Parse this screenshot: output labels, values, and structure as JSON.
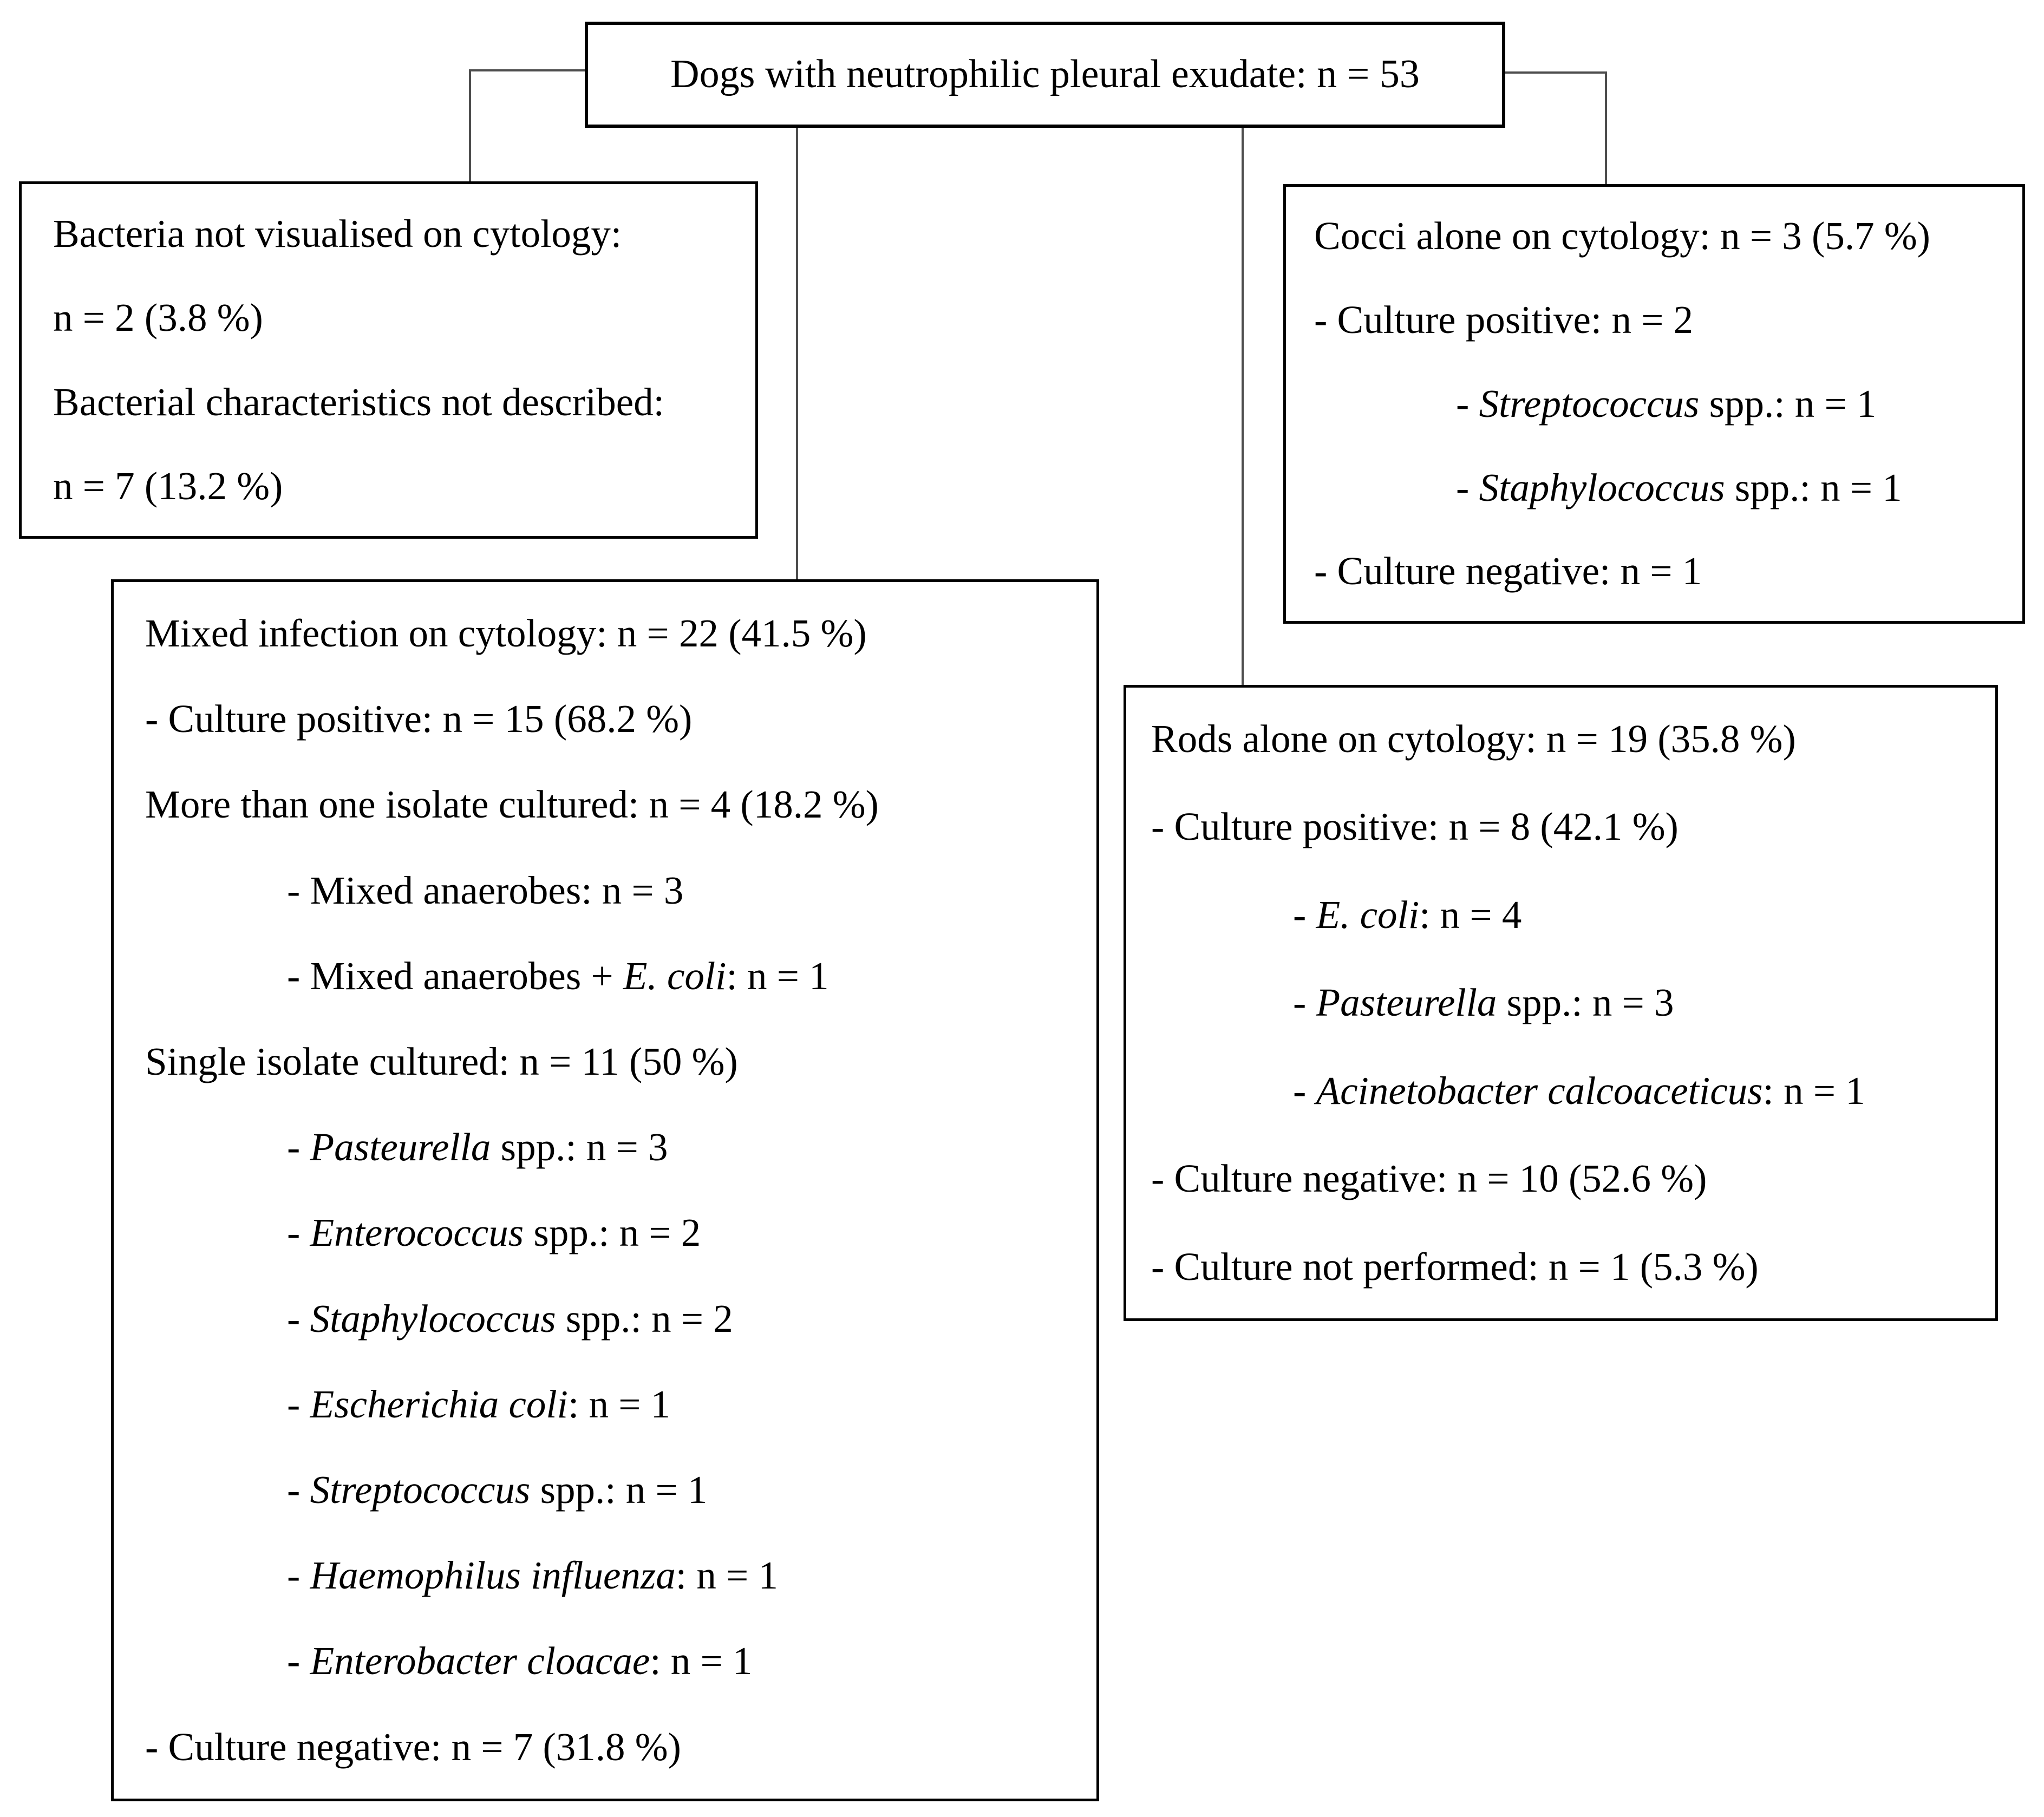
{
  "colors": {
    "background": "#ffffff",
    "box_border": "#000000",
    "connector": "#4d4d4d",
    "text": "#000000"
  },
  "diagram": {
    "root": {
      "text": "Dogs with neutrophilic pleural exudate: n = 53"
    },
    "boxes": [
      {
        "id": "not-visualised",
        "lines": [
          {
            "indent": 0,
            "segments": [
              {
                "t": "Bacteria not visualised on cytology:"
              }
            ]
          },
          {
            "indent": 0,
            "segments": [
              {
                "t": "n = 2 (3.8 %)"
              }
            ]
          },
          {
            "indent": 0,
            "segments": [
              {
                "t": "Bacterial characteristics not described:"
              }
            ]
          },
          {
            "indent": 0,
            "segments": [
              {
                "t": "n = 7 (13.2 %)"
              }
            ]
          }
        ]
      },
      {
        "id": "cocci-alone",
        "lines": [
          {
            "indent": 0,
            "segments": [
              {
                "t": "Cocci alone on cytology: n = 3 (5.7 %)"
              }
            ]
          },
          {
            "indent": 0,
            "segments": [
              {
                "t": "- Culture positive: n = 2"
              }
            ]
          },
          {
            "indent": 1,
            "segments": [
              {
                "t": "- "
              },
              {
                "t": "Streptococcus",
                "i": true
              },
              {
                "t": " spp.: n = 1"
              }
            ]
          },
          {
            "indent": 1,
            "segments": [
              {
                "t": "- "
              },
              {
                "t": "Staphylococcus",
                "i": true
              },
              {
                "t": " spp.: n = 1"
              }
            ]
          },
          {
            "indent": 0,
            "segments": [
              {
                "t": "- Culture negative: n = 1"
              }
            ]
          }
        ]
      },
      {
        "id": "mixed-infection",
        "lines": [
          {
            "indent": 0,
            "segments": [
              {
                "t": "Mixed infection on cytology: n = 22 (41.5 %)"
              }
            ]
          },
          {
            "indent": 0,
            "segments": [
              {
                "t": "- Culture positive: n = 15 (68.2 %)"
              }
            ]
          },
          {
            "indent": 0,
            "segments": [
              {
                "t": "More than one isolate cultured: n = 4 (18.2 %)"
              }
            ]
          },
          {
            "indent": 1,
            "segments": [
              {
                "t": "- Mixed anaerobes: n = 3"
              }
            ]
          },
          {
            "indent": 1,
            "segments": [
              {
                "t": "- Mixed anaerobes + "
              },
              {
                "t": "E. coli",
                "i": true
              },
              {
                "t": ": n = 1"
              }
            ]
          },
          {
            "indent": 0,
            "segments": [
              {
                "t": "Single isolate cultured: n = 11 (50 %)"
              }
            ]
          },
          {
            "indent": 1,
            "segments": [
              {
                "t": "- "
              },
              {
                "t": "Pasteurella",
                "i": true
              },
              {
                "t": " spp.: n = 3"
              }
            ]
          },
          {
            "indent": 1,
            "segments": [
              {
                "t": "- "
              },
              {
                "t": "Enterococcus",
                "i": true
              },
              {
                "t": " spp.: n = 2"
              }
            ]
          },
          {
            "indent": 1,
            "segments": [
              {
                "t": "- "
              },
              {
                "t": "Staphylococcus",
                "i": true
              },
              {
                "t": " spp.: n = 2"
              }
            ]
          },
          {
            "indent": 1,
            "segments": [
              {
                "t": "- "
              },
              {
                "t": "Escherichia coli",
                "i": true
              },
              {
                "t": ": n = 1"
              }
            ]
          },
          {
            "indent": 1,
            "segments": [
              {
                "t": "- "
              },
              {
                "t": "Streptococcus",
                "i": true
              },
              {
                "t": " spp.: n = 1"
              }
            ]
          },
          {
            "indent": 1,
            "segments": [
              {
                "t": "- "
              },
              {
                "t": "Haemophilus influenza",
                "i": true
              },
              {
                "t": ": n = 1"
              }
            ]
          },
          {
            "indent": 1,
            "segments": [
              {
                "t": "- "
              },
              {
                "t": "Enterobacter cloacae",
                "i": true
              },
              {
                "t": ": n = 1"
              }
            ]
          },
          {
            "indent": 0,
            "segments": [
              {
                "t": "- Culture negative: n = 7 (31.8 %)"
              }
            ]
          }
        ]
      },
      {
        "id": "rods-alone",
        "lines": [
          {
            "indent": 0,
            "segments": [
              {
                "t": "Rods alone on cytology: n = 19 (35.8 %)"
              }
            ]
          },
          {
            "indent": 0,
            "segments": [
              {
                "t": "- Culture positive: n = 8 (42.1 %)"
              }
            ]
          },
          {
            "indent": 1,
            "segments": [
              {
                "t": "- "
              },
              {
                "t": "E. coli",
                "i": true
              },
              {
                "t": ": n = 4"
              }
            ]
          },
          {
            "indent": 1,
            "segments": [
              {
                "t": "- "
              },
              {
                "t": "Pasteurella",
                "i": true
              },
              {
                "t": " spp.: n = 3"
              }
            ]
          },
          {
            "indent": 1,
            "segments": [
              {
                "t": "- "
              },
              {
                "t": "Acinetobacter calcoaceticus",
                "i": true
              },
              {
                "t": ": n = 1"
              }
            ]
          },
          {
            "indent": 0,
            "segments": [
              {
                "t": "- Culture negative: n = 10 (52.6 %)"
              }
            ]
          },
          {
            "indent": 0,
            "segments": [
              {
                "t": "- Culture not performed: n = 1 (5.3 %)"
              }
            ]
          }
        ]
      }
    ]
  }
}
